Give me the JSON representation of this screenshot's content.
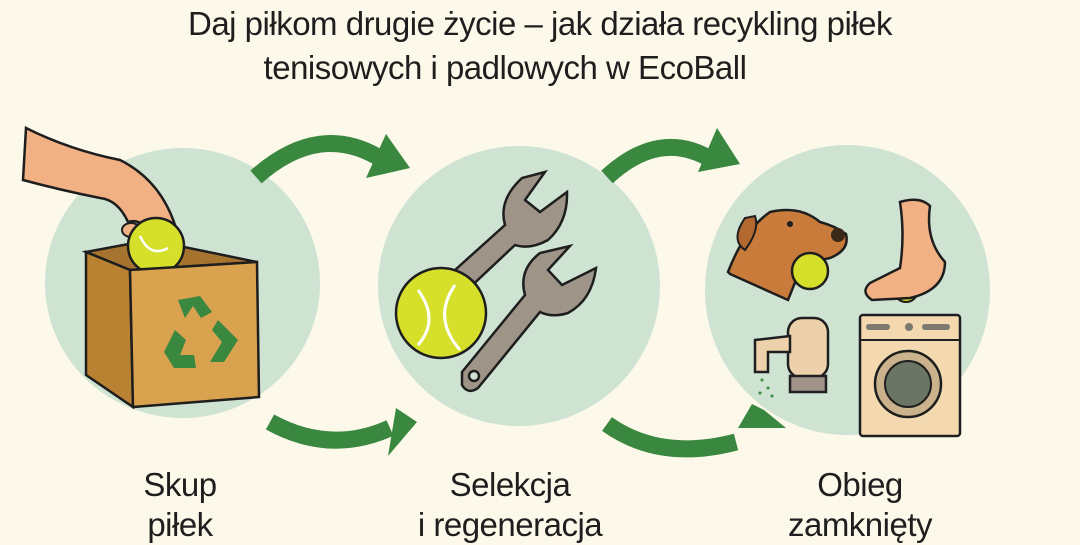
{
  "header": {
    "title_line1": "Daj piłkom drugie życie – jak działa recykling piłek",
    "title_line2": "tenisowych i padlowych w EcoBall"
  },
  "steps": [
    {
      "label_line1": "Skup",
      "label_line2": "piłek",
      "icon": "hand-ball-recycle-box"
    },
    {
      "label_line1": "Selekcja",
      "label_line2": "i regeneracja",
      "icon": "wrenches-tennis-ball"
    },
    {
      "label_line1": "Obieg",
      "label_line2": "zamknięty",
      "icon": "dog-foot-grinder-washer"
    }
  ],
  "colors": {
    "background": "#fcf8ea",
    "circle": "#cfe3d3",
    "arrow": "#3a873f",
    "ball": "#d6df2a",
    "box": "#d9a24f",
    "text": "#1e1e1e"
  }
}
